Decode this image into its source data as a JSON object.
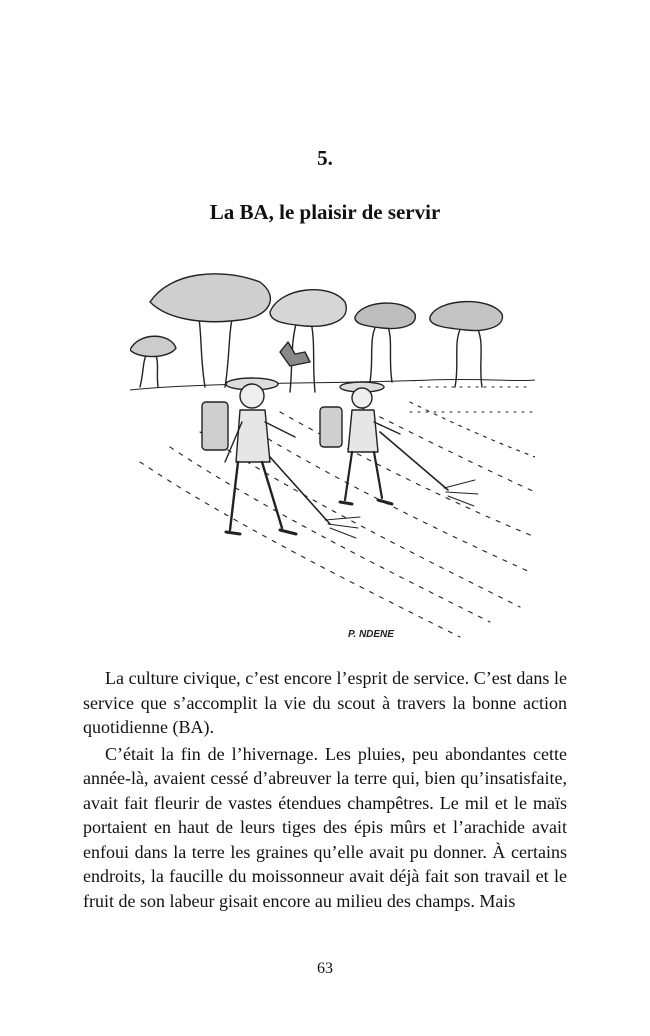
{
  "chapter": {
    "number": "5.",
    "title": "La BA, le plaisir de servir"
  },
  "illustration": {
    "signature": "P. NDENE"
  },
  "paragraphs": [
    "La culture civique, c’est encore l’esprit de service. C’est dans le service que s’accomplit la vie du scout à travers la bonne action quotidienne (BA).",
    "C’était la fin de l’hivernage. Les pluies, peu abondantes cette année-là, avaient cessé d’abreuver la terre qui, bien qu’insatisfaite, avait fait fleurir de vastes étendues champêtres. Le mil et le maïs portaient en haut de leurs tiges des épis mûrs et l’arachide avait enfoui dans la terre les graines qu’elle avait pu donner. À certains endroits, la faucille du moissonneur avait déjà fait son travail et le fruit de son labeur gisait encore au milieu des champs. Mais"
  ],
  "page_number": "63"
}
